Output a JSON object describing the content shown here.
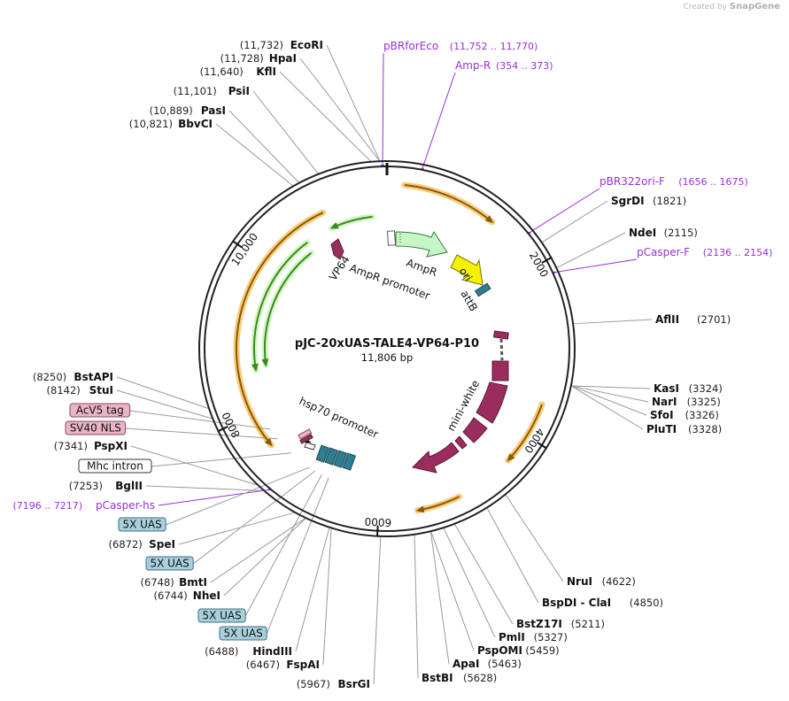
{
  "watermark": {
    "prefix": "Created by",
    "brand": "SnapGene"
  },
  "plasmid": {
    "name": "pJC-20xUAS-TALE4-VP64-P10",
    "length": "11,806 bp",
    "total_bp": 11806
  },
  "ruler_ticks": [
    {
      "bp": 2000,
      "label": "2000"
    },
    {
      "bp": 4000,
      "label": "4000"
    },
    {
      "bp": 6000,
      "label": "6000"
    },
    {
      "bp": 8000,
      "label": "8000"
    },
    {
      "bp": 10000,
      "label": "10,000"
    }
  ],
  "sites": [
    {
      "name": "EcoRI",
      "pos": "(11,732)",
      "bp": 11732,
      "side": "left"
    },
    {
      "name": "HpaI",
      "pos": "(11,728)",
      "bp": 11728,
      "side": "left"
    },
    {
      "name": "KflI",
      "pos": "(11,640)",
      "bp": 11640,
      "side": "left"
    },
    {
      "name": "PsiI",
      "pos": "(11,101)",
      "bp": 11101,
      "side": "left"
    },
    {
      "name": "PasI",
      "pos": "(10,889)",
      "bp": 10889,
      "side": "left"
    },
    {
      "name": "BbvCI",
      "pos": "(10,821)",
      "bp": 10821,
      "side": "left"
    },
    {
      "name": "SgrDI",
      "pos": "(1821)",
      "bp": 1821,
      "side": "right"
    },
    {
      "name": "NdeI",
      "pos": "(2115)",
      "bp": 2115,
      "side": "right"
    },
    {
      "name": "AflII",
      "pos": "(2701)",
      "bp": 2701,
      "side": "right"
    },
    {
      "name": "KasI",
      "pos": "(3324)",
      "bp": 3324,
      "side": "right"
    },
    {
      "name": "NarI",
      "pos": "(3325)",
      "bp": 3325,
      "side": "right"
    },
    {
      "name": "SfoI",
      "pos": "(3326)",
      "bp": 3326,
      "side": "right"
    },
    {
      "name": "PluTI",
      "pos": "(3328)",
      "bp": 3328,
      "side": "right"
    },
    {
      "name": "NruI",
      "pos": "(4622)",
      "bp": 4622,
      "side": "right"
    },
    {
      "name": "BspDI - ClaI",
      "pos": "(4850)",
      "bp": 4850,
      "side": "right"
    },
    {
      "name": "BstZ17I",
      "pos": "(5211)",
      "bp": 5211,
      "side": "right"
    },
    {
      "name": "PmlI",
      "pos": "(5327)",
      "bp": 5327,
      "side": "right"
    },
    {
      "name": "PspOMI",
      "pos": "(5459)",
      "bp": 5459,
      "side": "right"
    },
    {
      "name": "ApaI",
      "pos": "(5463)",
      "bp": 5463,
      "side": "right"
    },
    {
      "name": "BstBI",
      "pos": "(5628)",
      "bp": 5628,
      "side": "right"
    },
    {
      "name": "BsrGI",
      "pos": "(5967)",
      "bp": 5967,
      "side": "left"
    },
    {
      "name": "FspAI",
      "pos": "(6467)",
      "bp": 6467,
      "side": "left"
    },
    {
      "name": "HindIII",
      "pos": "(6488)",
      "bp": 6488,
      "side": "left"
    },
    {
      "name": "NheI",
      "pos": "(6744)",
      "bp": 6744,
      "side": "left"
    },
    {
      "name": "BmtI",
      "pos": "(6748)",
      "bp": 6748,
      "side": "left"
    },
    {
      "name": "SpeI",
      "pos": "(6872)",
      "bp": 6872,
      "side": "left"
    },
    {
      "name": "BglII",
      "pos": "(7253)",
      "bp": 7253,
      "side": "left"
    },
    {
      "name": "PspXI",
      "pos": "(7341)",
      "bp": 7341,
      "side": "left"
    },
    {
      "name": "StuI",
      "pos": "(8142)",
      "bp": 8142,
      "side": "left"
    },
    {
      "name": "BstAPI",
      "pos": "(8250)",
      "bp": 8250,
      "side": "left"
    }
  ],
  "primers": [
    {
      "name": "pBRforEco",
      "range": "(11,752 .. 11,770)",
      "bp": 11761
    },
    {
      "name": "Amp-R",
      "range": "(354 .. 373)",
      "bp": 363
    },
    {
      "name": "pBR322ori-F",
      "range": "(1656 .. 1675)",
      "bp": 1665
    },
    {
      "name": "pCasper-F",
      "range": "(2136 .. 2154)",
      "bp": 2145
    },
    {
      "name": "pCasper-hs",
      "range": "(7196 .. 7217)",
      "bp": 7206
    }
  ],
  "boxed_features": [
    {
      "name": "AcV5 tag",
      "color": "#e8b4c6",
      "border": "#8a4a60",
      "bp": 7720
    },
    {
      "name": "SV40 NLS",
      "color": "#e8b4c6",
      "border": "#8a4a60",
      "bp": 7560
    },
    {
      "name": "Mhc intron",
      "color": "#ffffff",
      "border": "#333333",
      "bp": 7300
    },
    {
      "name": "5X UAS",
      "color": "#a8cfdc",
      "border": "#3f6f80",
      "bp": 6990
    },
    {
      "name": "5X UAS",
      "color": "#a8cfdc",
      "border": "#3f6f80",
      "bp": 6900
    },
    {
      "name": "5X UAS",
      "color": "#a8cfdc",
      "border": "#3f6f80",
      "bp": 6800
    },
    {
      "name": "5X UAS",
      "color": "#a8cfdc",
      "border": "#3f6f80",
      "bp": 6700
    }
  ],
  "inner_features": {
    "vp64": "VP64",
    "ampr": "AmpR",
    "ampr_promoter": "AmpR promoter",
    "ori": "ori",
    "attb": "attB",
    "mini_white": "mini-white",
    "hsp70": "hsp70 promoter"
  },
  "colors": {
    "backbone": "#222222",
    "orange": "#f5a623",
    "green": "#3b8a1a",
    "maroon": "#9b2c5e",
    "teal": "#2f7d91",
    "yellow": "#f5f100",
    "ampr": "#c6f5c6",
    "primer": "#9b2fd6"
  }
}
